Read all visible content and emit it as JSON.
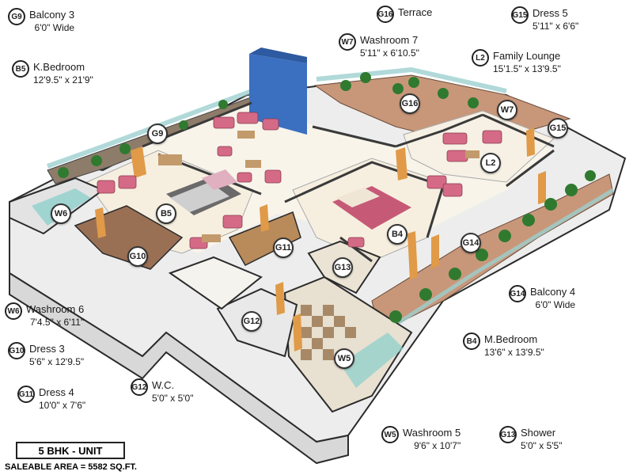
{
  "legend": [
    {
      "code": "G9",
      "name": "Balcony 3",
      "dim": "6'0\" Wide"
    },
    {
      "code": "G16",
      "name": "Terrace",
      "dim": ""
    },
    {
      "code": "G15",
      "name": "Dress 5",
      "dim": "5'11\" x 6'6\""
    },
    {
      "code": "W7",
      "name": "Washroom 7",
      "dim": "5'11\" x 6'10.5\""
    },
    {
      "code": "B5",
      "name": "K.Bedroom",
      "dim": "12'9.5\" x 21'9\""
    },
    {
      "code": "L2",
      "name": "Family Lounge",
      "dim": "15'1.5\" x 13'9.5\""
    },
    {
      "code": "G14",
      "name": "Balcony 4",
      "dim": "6'0\" Wide"
    },
    {
      "code": "W6",
      "name": "Washroom 6",
      "dim": "7'4.5\" x 6'11\""
    },
    {
      "code": "B4",
      "name": "M.Bedroom",
      "dim": "13'6\" x 13'9.5\""
    },
    {
      "code": "G10",
      "name": "Dress 3",
      "dim": "5'6\" x 12'9.5\""
    },
    {
      "code": "G11",
      "name": "Dress 4",
      "dim": "10'0\" x 7'6\""
    },
    {
      "code": "G12",
      "name": "W.C.",
      "dim": "5'0\" x 5'0\""
    },
    {
      "code": "W5",
      "name": "Washroom 5",
      "dim": "9'6\" x 10'7\""
    },
    {
      "code": "G13",
      "name": "Shower",
      "dim": "5'0\" x 5'5\""
    }
  ],
  "markers": [
    "G16",
    "W7",
    "G15",
    "G9",
    "L2",
    "B5",
    "W6",
    "B4",
    "G14",
    "G10",
    "G11",
    "G13",
    "G12",
    "W5"
  ],
  "unit": {
    "label": "5 BHK - UNIT",
    "area": "SALEABLE AREA = 5582 SQ.FT."
  },
  "colors": {
    "wall": "#f2f0ec",
    "wall_dark": "#3a3a3a",
    "floor": "#f7f3e8",
    "deck": "#c9987a",
    "sofa": "#d46a86",
    "glass": "#7fc8c4",
    "blue_column": "#3b6fc0",
    "door": "#e09a48"
  }
}
